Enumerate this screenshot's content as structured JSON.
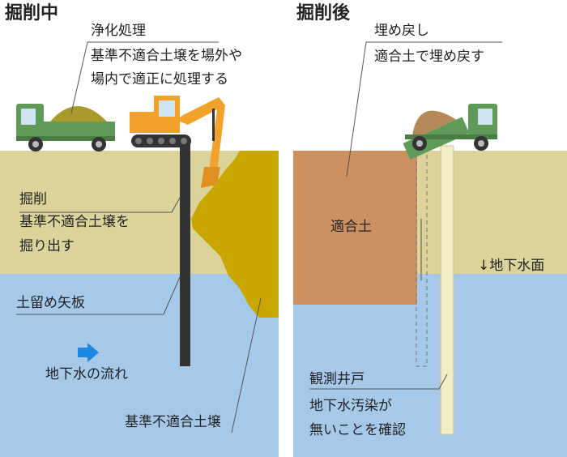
{
  "left_panel": {
    "title": "掘削中",
    "treatment": {
      "heading": "浄化処理",
      "line1": "基準不適合土壌を場外や",
      "line2": "場内で適正に処理する"
    },
    "excavation": {
      "heading": "掘削",
      "line1": "基準不適合土壌を",
      "line2": "掘り出す"
    },
    "sheet_pile_label": "土留め矢板",
    "groundwater_flow_label": "地下水の流れ",
    "contaminated_soil_label": "基準不適合土壌"
  },
  "right_panel": {
    "title": "掘削後",
    "backfill": {
      "heading": "埋め戻し",
      "line1": "適合土で埋め戻す"
    },
    "clean_soil_label": "適合土",
    "water_table_label": "↓地下水面",
    "well": {
      "heading": "観測井戸",
      "line1": "地下水汚染が",
      "line2": "無いことを確認"
    }
  },
  "colors": {
    "soil": "#dcd39a",
    "groundwater": "#a6c9ea",
    "contaminated": "#c9a600",
    "clean_fill": "#cc9061",
    "truck_cab": "#5f9a58",
    "excavator": "#f2a22a",
    "arrow": "#1e88e5"
  }
}
